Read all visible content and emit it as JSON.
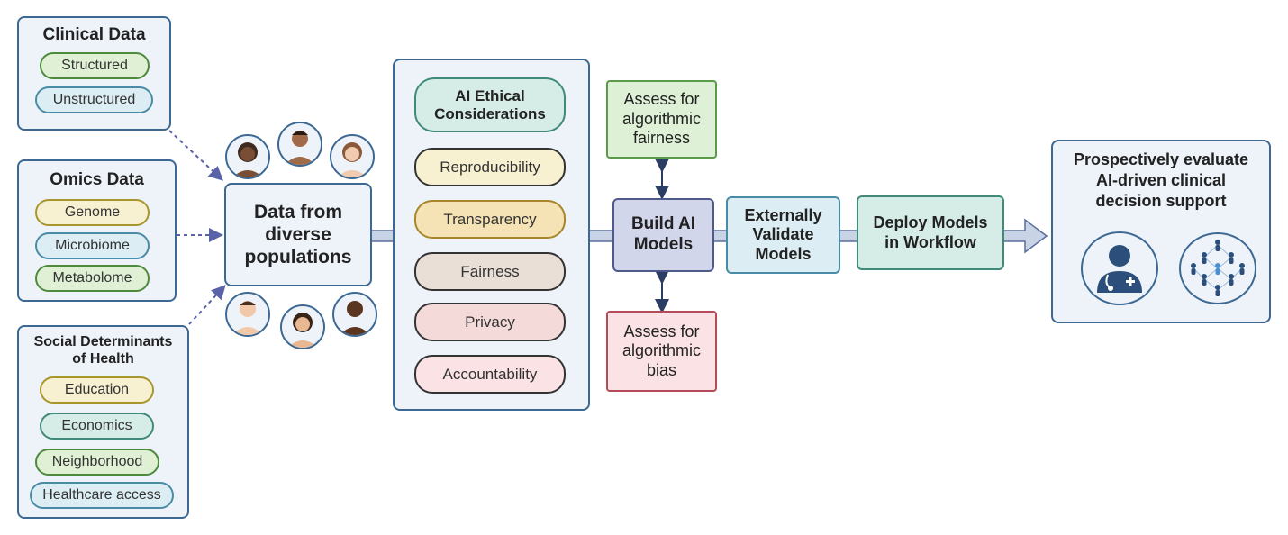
{
  "clinical": {
    "title": "Clinical Data",
    "items": [
      "Structured",
      "Unstructured"
    ]
  },
  "omics": {
    "title": "Omics Data",
    "items": [
      "Genome",
      "Microbiome",
      "Metabolome"
    ]
  },
  "social": {
    "title_line1": "Social Determinants",
    "title_line2": "of Health",
    "items": [
      "Education",
      "Economics",
      "Neighborhood",
      "Healthcare access"
    ]
  },
  "diverse": {
    "line1": "Data from",
    "line2": "diverse",
    "line3": "populations"
  },
  "ethics": {
    "title_line1": "AI Ethical",
    "title_line2": "Considerations",
    "items": [
      "Reproducibility",
      "Transparency",
      "Fairness",
      "Privacy",
      "Accountability"
    ]
  },
  "assess_fairness": {
    "line1": "Assess for",
    "line2": "algorithmic",
    "line3": "fairness"
  },
  "assess_bias": {
    "line1": "Assess for",
    "line2": "algorithmic",
    "line3": "bias"
  },
  "build": {
    "line1": "Build AI",
    "line2": "Models"
  },
  "validate": {
    "line1": "Externally",
    "line2": "Validate",
    "line3": "Models"
  },
  "deploy": {
    "line1": "Deploy Models",
    "line2": "in Workflow"
  },
  "evaluate": {
    "line1": "Prospectively evaluate",
    "line2": "AI-driven clinical",
    "line3": "decision support",
    "icons": [
      "clinician-icon",
      "population-network-icon"
    ]
  },
  "people_icons": [
    "person-avatar-icon"
  ],
  "colors": {
    "border": "#3d6892",
    "arrow": "#c9d3e6",
    "arrow_outline": "#5a6d9c",
    "dotted": "#5a63a8"
  }
}
